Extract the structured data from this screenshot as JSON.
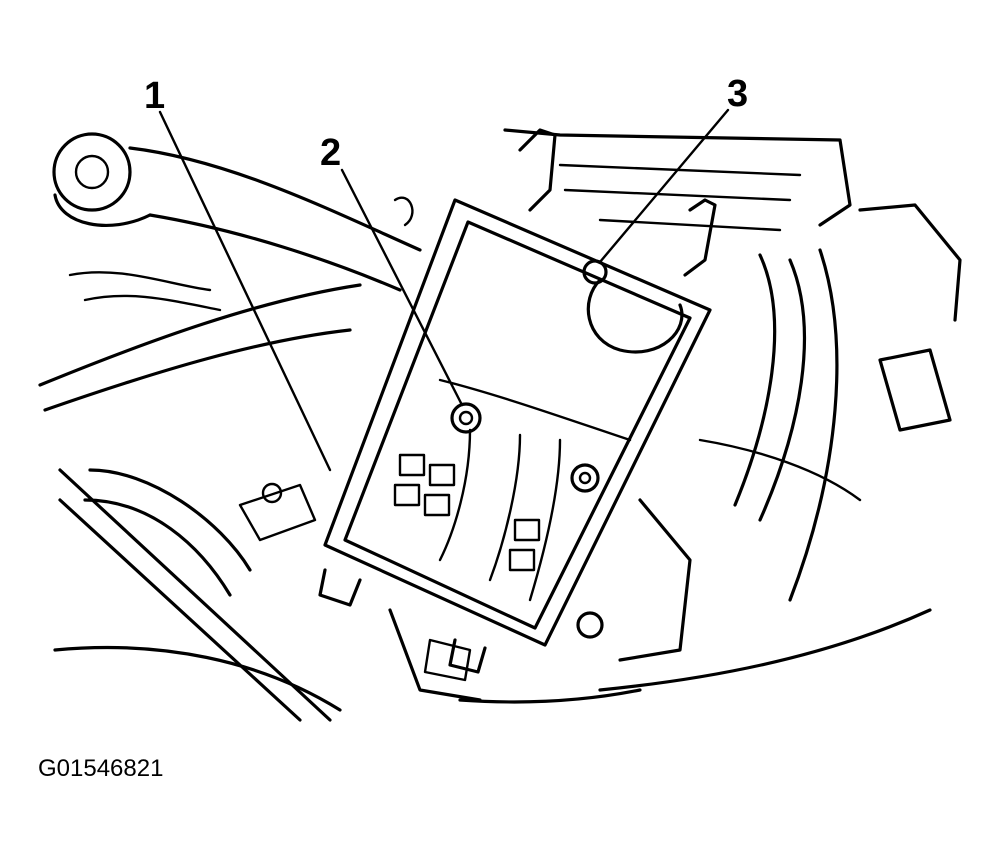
{
  "callouts": [
    {
      "label": "1"
    },
    {
      "label": "2"
    },
    {
      "label": "3"
    }
  ],
  "figure_id": "G01546821",
  "colors": {
    "ink": "#000000",
    "paper": "#ffffff"
  }
}
